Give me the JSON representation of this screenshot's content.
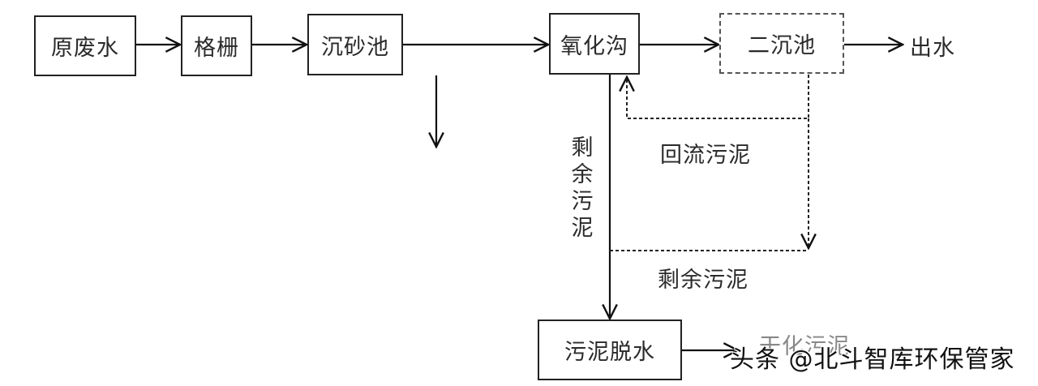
{
  "diagram": {
    "type": "process-flow",
    "nodes": {
      "raw_wastewater": "原废水",
      "screen": "格栅",
      "grit_chamber": "沉砂池",
      "oxidation_ditch": "氧化沟",
      "secondary_clarifier": "二沉池",
      "sludge_dewatering": "污泥脱水"
    },
    "labels": {
      "effluent": "出水",
      "return_sludge": "回流污泥",
      "excess_sludge_vertical": "剩余污泥",
      "excess_sludge_horizontal": "剩余污泥",
      "dried_sludge": "干化污泥"
    },
    "edges": [
      {
        "from": "原废水",
        "to": "格栅",
        "style": "solid"
      },
      {
        "from": "格栅",
        "to": "沉砂池",
        "style": "solid"
      },
      {
        "from": "沉砂池",
        "to": "氧化沟",
        "style": "solid"
      },
      {
        "from": "沉砂池",
        "to": "(grit out)",
        "style": "solid"
      },
      {
        "from": "氧化沟",
        "to": "二沉池",
        "style": "solid"
      },
      {
        "from": "二沉池",
        "to": "出水",
        "style": "solid"
      },
      {
        "from": "二沉池",
        "to": "氧化沟",
        "label": "回流污泥",
        "style": "dashed"
      },
      {
        "from": "二沉池",
        "to": "剩余污泥",
        "label": "剩余污泥",
        "style": "dashed"
      },
      {
        "from": "氧化沟",
        "to": "污泥脱水",
        "label": "剩余污泥",
        "style": "solid"
      },
      {
        "from": "污泥脱水",
        "to": "干化污泥",
        "style": "solid"
      }
    ]
  },
  "watermark": "头条 @北斗智库环保管家"
}
